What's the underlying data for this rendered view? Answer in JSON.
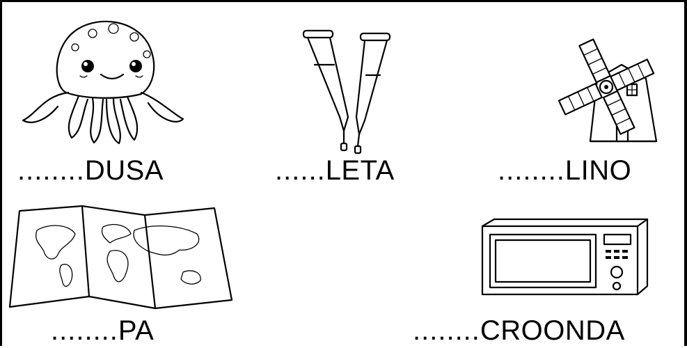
{
  "worksheet": {
    "items": [
      {
        "icon": "jellyfish-icon",
        "blank": "........",
        "word": "DUSA"
      },
      {
        "icon": "crutches-icon",
        "blank": "......",
        "word": "LETA"
      },
      {
        "icon": "windmill-icon",
        "blank": "........",
        "word": "LINO"
      },
      {
        "icon": "map-icon",
        "blank": "........",
        "word": "PA"
      },
      {
        "icon": "microwave-icon",
        "blank": "........",
        "word": "CROONDA"
      }
    ]
  }
}
